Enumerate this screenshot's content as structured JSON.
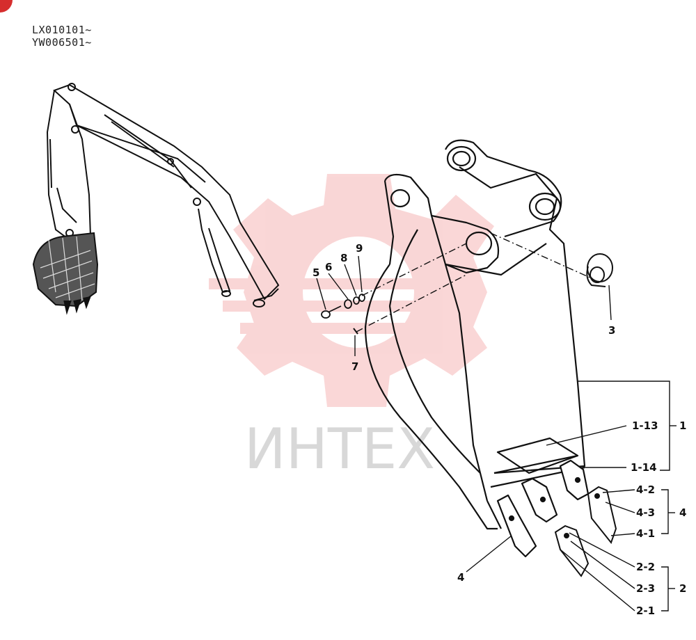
{
  "header": {
    "serials": [
      "LX010101~",
      "YW006501~"
    ]
  },
  "watermark": {
    "text": "ИНТЕХ",
    "color": "#e84a4a"
  },
  "callouts": {
    "c1": "1",
    "c1_13": "1-13",
    "c1_14": "1-14",
    "c2": "2",
    "c2_1": "2-1",
    "c2_2": "2-2",
    "c2_3": "2-3",
    "c3": "3",
    "c4": "4",
    "c4_1": "4-1",
    "c4_2": "4-2",
    "c4_3": "4-3",
    "c4_main": "4",
    "c5": "5",
    "c6": "6",
    "c7": "7",
    "c8": "8",
    "c9": "9"
  },
  "icons": {
    "corner_badge": "red-badge-icon",
    "watermark_logo": "gear-logo-icon"
  }
}
